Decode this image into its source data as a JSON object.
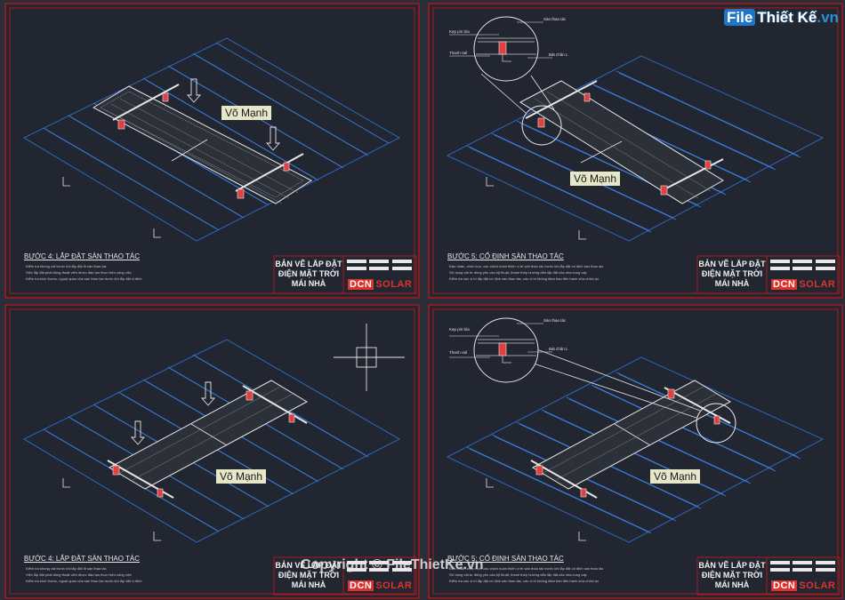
{
  "watermark": {
    "part1": "File",
    "part2": "Thiết Kế",
    "part3": ".vn"
  },
  "copyright": "Copyright © FileThietKe.vn",
  "title_block": {
    "line1": "BẢN VẼ LẮP ĐẶT",
    "line2": "ĐIỆN MẶT TRỜI",
    "line3": "MÁI NHÀ",
    "logo_mark": "DCN",
    "logo_text": "SOLAR"
  },
  "sheets": [
    {
      "step_title": "BƯỚC 4: LẮP ĐẶT SÀN THAO TÁC",
      "tag": "Võ Mạnh",
      "notes": [
        "Kiểm tra khung rail trước khi lắp đặt đi sàn thao tác",
        "Việc lắp đặt phải đúng thuật viên được đào tạo thực hiện công việc",
        "Kiểm tra kích thước, ngoại quan của sàn thao tác trước khi lắp đặt vị định"
      ]
    },
    {
      "step_title": "BƯỚC 5: CỐ ĐỊNH SÀN THAO TÁC",
      "tag": "Võ Mạnh",
      "callouts": [
        "Sàn thao tác",
        "Kẹp pin bìa",
        "Thanh rail",
        "Bát chân L"
      ],
      "notes": [
        "Đầu nhấn, chốc hực, các chịch hoàn thiện vị trí sàn thao tác trước khi lắp đặt cố định sàn thao tác",
        "Sử dụng vật tư đúng yêu cầu kỹ thuật, thanh thép hướng dẫn lắp đặt của nhà cung cấp",
        "Kiểm tra các vị trí lắp đặt cố định sàn thao tác, các vị trí không đảm bảo tiến hành sửa chữa lại"
      ]
    },
    {
      "step_title": "BƯỚC 4: LẮP ĐẶT SÀN THAO TÁC",
      "tag": "Võ Mạnh",
      "notes": [
        "Kiểm tra khung rail trước khi lắp đặt đi sàn thao tác",
        "Việc lắp đặt phải đúng thuật viên được đào tạo thực hiện công việc",
        "Kiểm tra kích thước, ngoại quan của sàn thao tác trước khi lắp đặt vị định"
      ]
    },
    {
      "step_title": "BƯỚC 5: CỐ ĐỊNH SÀN THAO TÁC",
      "tag": "Võ Mạnh",
      "callouts": [
        "Sàn thao tác",
        "Kẹp pin bìa",
        "Thanh rail",
        "Bát chân L"
      ],
      "notes": [
        "Đầu nhấn, chốc hực, các chịch hoàn thiện vị trí sàn thao tác trước khi lắp đặt cố định sàn thao tác",
        "Sử dụng vật tư đúng yêu cầu kỹ thuật, thanh thép hướng dẫn lắp đặt của nhà cung cấp",
        "Kiểm tra các vị trí lắp đặt cố định sàn thao tác, các vị trí không đảm bảo tiến hành sửa chữa lại"
      ]
    }
  ],
  "colors": {
    "frame": "#d01818",
    "roof": "#2d6fd0",
    "tray": "#e6e6e6",
    "tag_bg": "#e6e6c8",
    "accent": "#e0322c"
  }
}
